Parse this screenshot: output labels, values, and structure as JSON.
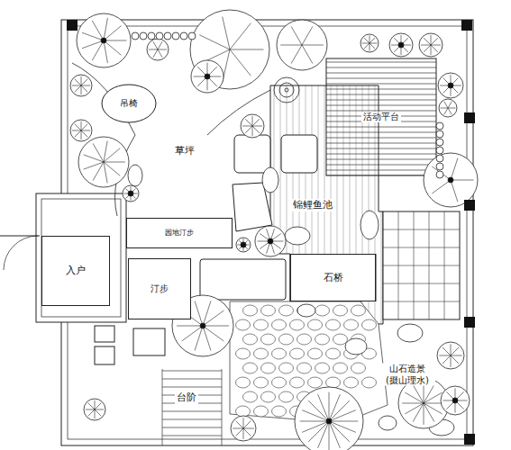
{
  "diagram": {
    "nodes": [
      {
        "text": [
          "吊椅"
        ]
      },
      {
        "text": [
          "活动平台"
        ]
      },
      {
        "text": [
          "园地汀步"
        ]
      },
      {
        "text": [
          "入户"
        ]
      },
      {
        "text": [
          "汀步"
        ]
      },
      {
        "text": [
          "石桥"
        ]
      }
    ],
    "labels": [
      "草坪",
      "锦鲤鱼池",
      "山石造景 (掇山理水)",
      "台阶"
    ]
  }
}
